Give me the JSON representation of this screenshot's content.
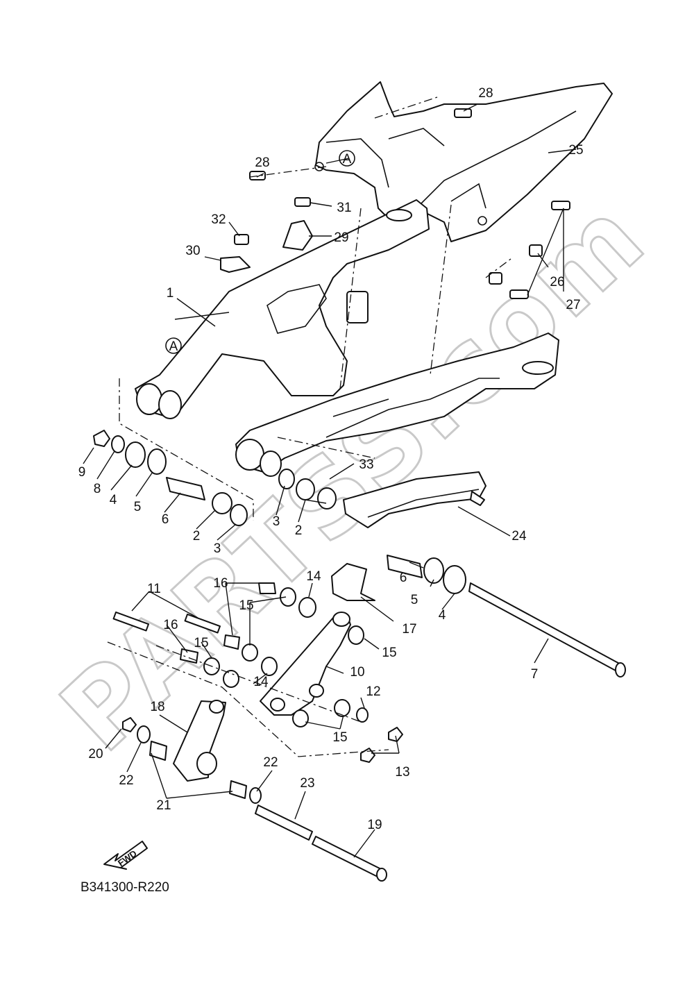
{
  "diagram_code": "B341300-R220",
  "fwd_label": "FWD",
  "ref_marker": "A",
  "watermark": "PARTSS.com",
  "callouts": [
    {
      "id": "c1",
      "text": "1"
    },
    {
      "id": "c2a",
      "text": "2"
    },
    {
      "id": "c2b",
      "text": "2"
    },
    {
      "id": "c3a",
      "text": "3"
    },
    {
      "id": "c3b",
      "text": "3"
    },
    {
      "id": "c4a",
      "text": "4"
    },
    {
      "id": "c4b",
      "text": "4"
    },
    {
      "id": "c5a",
      "text": "5"
    },
    {
      "id": "c5b",
      "text": "5"
    },
    {
      "id": "c6a",
      "text": "6"
    },
    {
      "id": "c6b",
      "text": "6"
    },
    {
      "id": "c7",
      "text": "7"
    },
    {
      "id": "c8",
      "text": "8"
    },
    {
      "id": "c9",
      "text": "9"
    },
    {
      "id": "c10",
      "text": "10"
    },
    {
      "id": "c11",
      "text": "11"
    },
    {
      "id": "c12",
      "text": "12"
    },
    {
      "id": "c13",
      "text": "13"
    },
    {
      "id": "c14a",
      "text": "14"
    },
    {
      "id": "c14b",
      "text": "14"
    },
    {
      "id": "c15a",
      "text": "15"
    },
    {
      "id": "c15b",
      "text": "15"
    },
    {
      "id": "c15c",
      "text": "15"
    },
    {
      "id": "c15d",
      "text": "15"
    },
    {
      "id": "c16a",
      "text": "16"
    },
    {
      "id": "c16b",
      "text": "16"
    },
    {
      "id": "c17",
      "text": "17"
    },
    {
      "id": "c18",
      "text": "18"
    },
    {
      "id": "c19",
      "text": "19"
    },
    {
      "id": "c20",
      "text": "20"
    },
    {
      "id": "c21",
      "text": "21"
    },
    {
      "id": "c22a",
      "text": "22"
    },
    {
      "id": "c22b",
      "text": "22"
    },
    {
      "id": "c23",
      "text": "23"
    },
    {
      "id": "c24",
      "text": "24"
    },
    {
      "id": "c25",
      "text": "25"
    },
    {
      "id": "c26",
      "text": "26"
    },
    {
      "id": "c27",
      "text": "27"
    },
    {
      "id": "c28a",
      "text": "28"
    },
    {
      "id": "c28b",
      "text": "28"
    },
    {
      "id": "c29",
      "text": "29"
    },
    {
      "id": "c30",
      "text": "30"
    },
    {
      "id": "c31",
      "text": "31"
    },
    {
      "id": "c32",
      "text": "32"
    },
    {
      "id": "c33",
      "text": "33"
    }
  ]
}
